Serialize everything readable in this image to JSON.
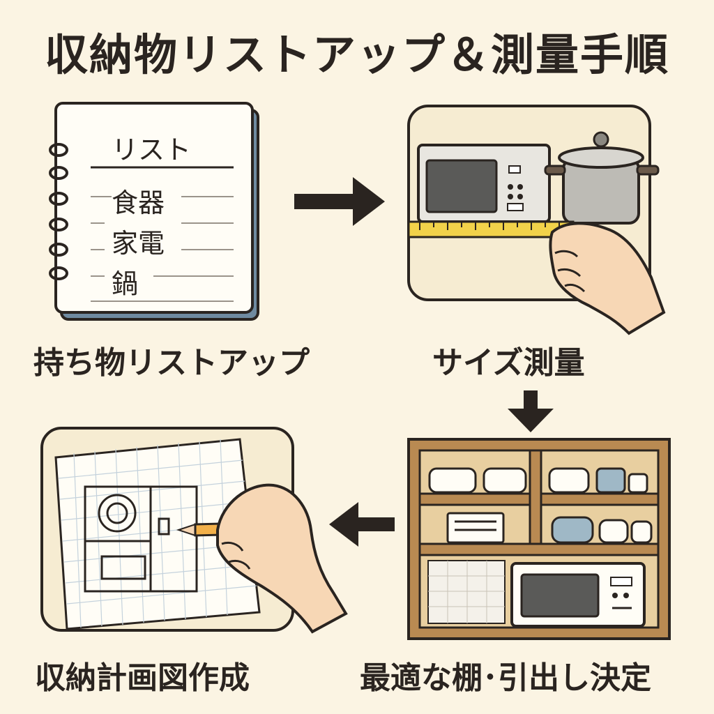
{
  "title": "収納物リストアップ＆測量手順",
  "steps": [
    {
      "label": "持ち物リストアップ"
    },
    {
      "label": "サイズ測量"
    },
    {
      "label": "収納計画図作成"
    },
    {
      "label": "最適な棚･引出し決定"
    }
  ],
  "notebook": {
    "heading": "リスト",
    "items": [
      "食器",
      "家電",
      "鍋"
    ]
  },
  "colors": {
    "background": "#fbf4e3",
    "ink": "#2a2420",
    "wood": "#b98a52",
    "tape": "#f2d24a",
    "skin": "#f7d7b5"
  }
}
